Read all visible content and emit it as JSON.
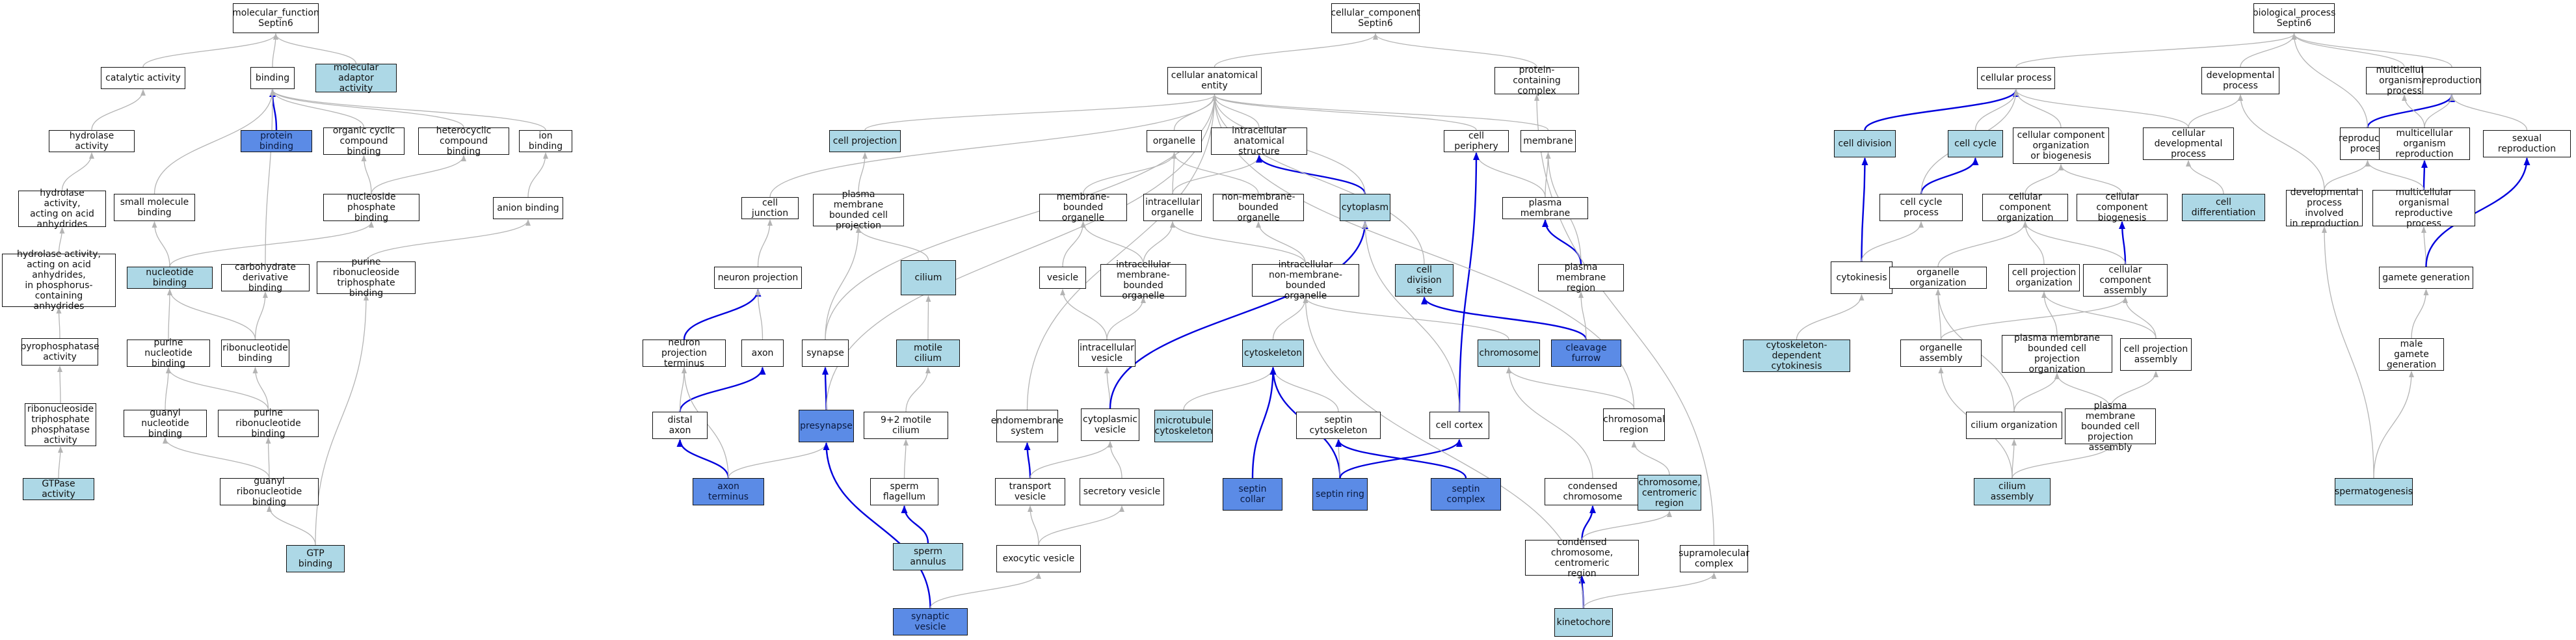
{
  "colors": {
    "plain": "#ffffff",
    "light": "#add8e6",
    "dark": "#5b8be6",
    "gray_edge": "#b4b4b4",
    "blue_edge": "#0000dd"
  },
  "nodes": [
    {
      "id": "mf",
      "label": "molecular_function\nSeptin6",
      "style": "plain"
    },
    {
      "id": "cat",
      "label": "catalytic activity",
      "style": "plain"
    },
    {
      "id": "bind",
      "label": "binding",
      "style": "plain"
    },
    {
      "id": "mola",
      "label": "molecular adaptor\nactivity",
      "style": "light"
    },
    {
      "id": "hyd",
      "label": "hydrolase activity",
      "style": "plain"
    },
    {
      "id": "protb",
      "label": "protein binding",
      "style": "dark"
    },
    {
      "id": "occ",
      "label": "organic cyclic\ncompound binding",
      "style": "plain"
    },
    {
      "id": "hcc",
      "label": "heterocyclic\ncompound binding",
      "style": "plain"
    },
    {
      "id": "ionb",
      "label": "ion binding",
      "style": "plain"
    },
    {
      "id": "hydan",
      "label": "hydrolase activity,\nacting on acid\nanhydrides",
      "style": "plain"
    },
    {
      "id": "smb",
      "label": "small molecule\nbinding",
      "style": "plain"
    },
    {
      "id": "npb",
      "label": "nucleoside phosphate\nbinding",
      "style": "plain"
    },
    {
      "id": "anb",
      "label": "anion binding",
      "style": "plain"
    },
    {
      "id": "hydp",
      "label": "hydrolase activity,\nacting on acid\nanhydrides,\nin phosphorus-containing\nanhydrides",
      "style": "plain"
    },
    {
      "id": "ntb",
      "label": "nucleotide binding",
      "style": "light"
    },
    {
      "id": "cdb",
      "label": "carbohydrate\nderivative binding",
      "style": "plain"
    },
    {
      "id": "prnt",
      "label": "purine ribonucleoside\ntriphosphate\nbinding",
      "style": "plain"
    },
    {
      "id": "ppase",
      "label": "pyrophosphatase\nactivity",
      "style": "plain"
    },
    {
      "id": "pnb",
      "label": "purine nucleotide\nbinding",
      "style": "plain"
    },
    {
      "id": "rnb",
      "label": "ribonucleotide\nbinding",
      "style": "plain"
    },
    {
      "id": "rntp",
      "label": "ribonucleoside\ntriphosphate\nphosphatase\nactivity",
      "style": "plain"
    },
    {
      "id": "gnb",
      "label": "guanyl nucleotide\nbinding",
      "style": "plain"
    },
    {
      "id": "prnb",
      "label": "purine ribonucleotide\nbinding",
      "style": "plain"
    },
    {
      "id": "gtpase",
      "label": "GTPase activity",
      "style": "light"
    },
    {
      "id": "grnb",
      "label": "guanyl ribonucleotide\nbinding",
      "style": "plain"
    },
    {
      "id": "gtpb",
      "label": "GTP binding",
      "style": "light"
    },
    {
      "id": "cc",
      "label": "cellular_component\nSeptin6",
      "style": "plain"
    },
    {
      "id": "cae",
      "label": "cellular anatomical\nentity",
      "style": "plain"
    },
    {
      "id": "pcc",
      "label": "protein-containing\ncomplex",
      "style": "plain"
    },
    {
      "id": "cproj",
      "label": "cell projection",
      "style": "light"
    },
    {
      "id": "org",
      "label": "organelle",
      "style": "plain"
    },
    {
      "id": "ias",
      "label": "intracellular\nanatomical structure",
      "style": "plain"
    },
    {
      "id": "cper",
      "label": "cell periphery",
      "style": "plain"
    },
    {
      "id": "memb",
      "label": "membrane",
      "style": "plain"
    },
    {
      "id": "cj",
      "label": "cell junction",
      "style": "plain"
    },
    {
      "id": "pmbcp",
      "label": "plasma membrane\nbounded cell\nprojection",
      "style": "plain"
    },
    {
      "id": "mbo",
      "label": "membrane-bounded\norganelle",
      "style": "plain"
    },
    {
      "id": "io",
      "label": "intracellular\norganelle",
      "style": "plain"
    },
    {
      "id": "nmbo",
      "label": "non-membrane-bounded\norganelle",
      "style": "plain"
    },
    {
      "id": "cyto",
      "label": "cytoplasm",
      "style": "light"
    },
    {
      "id": "pm",
      "label": "plasma membrane",
      "style": "plain"
    },
    {
      "id": "np",
      "label": "neuron projection",
      "style": "plain"
    },
    {
      "id": "cilium",
      "label": "cilium",
      "style": "light"
    },
    {
      "id": "ves",
      "label": "vesicle",
      "style": "plain"
    },
    {
      "id": "imbo",
      "label": "intracellular\nmembrane-bounded\norganelle",
      "style": "plain"
    },
    {
      "id": "inmbo",
      "label": "intracellular\nnon-membrane-bounded\norganelle",
      "style": "plain"
    },
    {
      "id": "cds",
      "label": "cell division\nsite",
      "style": "light"
    },
    {
      "id": "pmr",
      "label": "plasma membrane\nregion",
      "style": "plain"
    },
    {
      "id": "npt",
      "label": "neuron projection\nterminus",
      "style": "plain"
    },
    {
      "id": "axon",
      "label": "axon",
      "style": "plain"
    },
    {
      "id": "syn",
      "label": "synapse",
      "style": "plain"
    },
    {
      "id": "mcil",
      "label": "motile cilium",
      "style": "light"
    },
    {
      "id": "iv",
      "label": "intracellular\nvesicle",
      "style": "plain"
    },
    {
      "id": "csk",
      "label": "cytoskeleton",
      "style": "light"
    },
    {
      "id": "chrom",
      "label": "chromosome",
      "style": "light"
    },
    {
      "id": "cfur",
      "label": "cleavage furrow",
      "style": "dark"
    },
    {
      "id": "daxon",
      "label": "distal axon",
      "style": "plain"
    },
    {
      "id": "presyn",
      "label": "presynapse",
      "style": "dark"
    },
    {
      "id": "mc92",
      "label": "9+2 motile cilium",
      "style": "plain"
    },
    {
      "id": "ems",
      "label": "endomembrane\nsystem",
      "style": "plain"
    },
    {
      "id": "cpv",
      "label": "cytoplasmic\nvesicle",
      "style": "plain"
    },
    {
      "id": "mtc",
      "label": "microtubule\ncytoskeleton",
      "style": "light"
    },
    {
      "id": "sepcs",
      "label": "septin cytoskeleton",
      "style": "plain"
    },
    {
      "id": "ccor",
      "label": "cell cortex",
      "style": "plain"
    },
    {
      "id": "chr",
      "label": "chromosomal\nregion",
      "style": "plain"
    },
    {
      "id": "sflag",
      "label": "sperm flagellum",
      "style": "plain"
    },
    {
      "id": "tv",
      "label": "transport vesicle",
      "style": "plain"
    },
    {
      "id": "sv",
      "label": "secretory vesicle",
      "style": "plain"
    },
    {
      "id": "scol",
      "label": "septin collar",
      "style": "dark"
    },
    {
      "id": "sring",
      "label": "septin ring",
      "style": "dark"
    },
    {
      "id": "scomp",
      "label": "septin complex",
      "style": "dark"
    },
    {
      "id": "condc",
      "label": "condensed chromosome",
      "style": "plain"
    },
    {
      "id": "ccr",
      "label": "chromosome,\ncentromeric\nregion",
      "style": "light"
    },
    {
      "id": "aterm",
      "label": "axon terminus",
      "style": "dark"
    },
    {
      "id": "sann",
      "label": "sperm annulus",
      "style": "light"
    },
    {
      "id": "exv",
      "label": "exocytic vesicle",
      "style": "plain"
    },
    {
      "id": "cccr",
      "label": "condensed chromosome,\ncentromeric\nregion",
      "style": "plain"
    },
    {
      "id": "smc",
      "label": "supramolecular\ncomplex",
      "style": "plain"
    },
    {
      "id": "synv",
      "label": "synaptic vesicle",
      "style": "dark"
    },
    {
      "id": "kin",
      "label": "kinetochore",
      "style": "light"
    },
    {
      "id": "bp",
      "label": "biological_process\nSeptin6",
      "style": "plain"
    },
    {
      "id": "cp",
      "label": "cellular process",
      "style": "plain"
    },
    {
      "id": "dp",
      "label": "developmental\nprocess",
      "style": "plain"
    },
    {
      "id": "mop",
      "label": "multicellular\norganismal process",
      "style": "plain"
    },
    {
      "id": "repro",
      "label": "reproduction",
      "style": "plain"
    },
    {
      "id": "cdiv",
      "label": "cell division",
      "style": "light"
    },
    {
      "id": "ccyc",
      "label": "cell cycle",
      "style": "light"
    },
    {
      "id": "ccob",
      "label": "cellular component\norganization\nor biogenesis",
      "style": "plain"
    },
    {
      "id": "cdp",
      "label": "cellular developmental\nprocess",
      "style": "plain"
    },
    {
      "id": "rp",
      "label": "reproductive\nprocess",
      "style": "plain"
    },
    {
      "id": "mor",
      "label": "multicellular\norganism reproduction",
      "style": "plain"
    },
    {
      "id": "sexr",
      "label": "sexual reproduction",
      "style": "plain"
    },
    {
      "id": "ccp",
      "label": "cell cycle process",
      "style": "plain"
    },
    {
      "id": "cco",
      "label": "cellular component\norganization",
      "style": "plain"
    },
    {
      "id": "ccb",
      "label": "cellular component\nbiogenesis",
      "style": "plain"
    },
    {
      "id": "cdiff",
      "label": "cell differentiation",
      "style": "light"
    },
    {
      "id": "dpr",
      "label": "developmental\nprocess involved\nin reproduction",
      "style": "plain"
    },
    {
      "id": "morp",
      "label": "multicellular\norganismal reproductive\nprocess",
      "style": "plain"
    },
    {
      "id": "cytok",
      "label": "cytokinesis",
      "style": "plain"
    },
    {
      "id": "oo",
      "label": "organelle organization",
      "style": "plain"
    },
    {
      "id": "cpo",
      "label": "cell projection\norganization",
      "style": "plain"
    },
    {
      "id": "cca",
      "label": "cellular component\nassembly",
      "style": "plain"
    },
    {
      "id": "gg",
      "label": "gamete generation",
      "style": "plain"
    },
    {
      "id": "csdc",
      "label": "cytoskeleton-dependent\ncytokinesis",
      "style": "light"
    },
    {
      "id": "oa",
      "label": "organelle assembly",
      "style": "plain"
    },
    {
      "id": "pmbcpo",
      "label": "plasma membrane\nbounded cell\nprojection organization",
      "style": "plain"
    },
    {
      "id": "cpa",
      "label": "cell projection\nassembly",
      "style": "plain"
    },
    {
      "id": "mgg",
      "label": "male gamete\ngeneration",
      "style": "plain"
    },
    {
      "id": "co",
      "label": "cilium organization",
      "style": "plain"
    },
    {
      "id": "pmbcpa",
      "label": "plasma membrane\nbounded cell\nprojection assembly",
      "style": "plain"
    },
    {
      "id": "ca",
      "label": "cilium assembly",
      "style": "light"
    },
    {
      "id": "sperm",
      "label": "spermatogenesis",
      "style": "light"
    }
  ]
}
